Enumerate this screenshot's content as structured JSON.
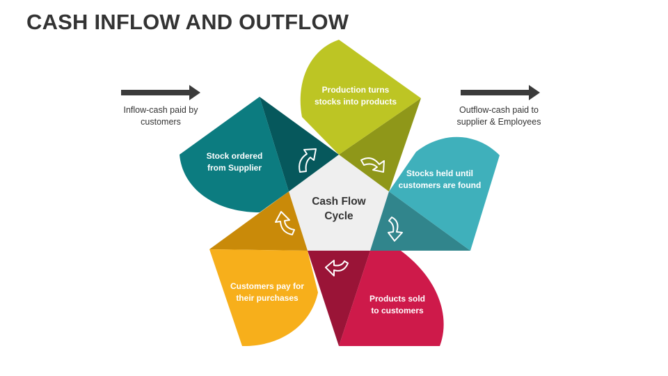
{
  "title": "CASH INFLOW AND OUTFLOW",
  "inflow": {
    "line1": "Inflow-cash paid by",
    "line2": "customers"
  },
  "outflow": {
    "line1": "Outflow-cash paid to",
    "line2": "supplier & Employees"
  },
  "center": {
    "line1": "Cash Flow",
    "line2": "Cycle",
    "color": "#EFEFEF"
  },
  "petals": [
    {
      "id": "production",
      "line1": "Production turns",
      "line2": "stocks into products",
      "color": "#BDC524",
      "dark": "#8F9719"
    },
    {
      "id": "stocks-held",
      "line1": "Stocks held until",
      "line2": "customers are found",
      "color": "#3FB0BB",
      "dark": "#31858C"
    },
    {
      "id": "products-sold",
      "line1": "Products sold",
      "line2": "to customers",
      "color": "#CE1A4A",
      "dark": "#9A1437"
    },
    {
      "id": "customers-pay",
      "line1": "Customers pay for",
      "line2": "their purchases",
      "color": "#F7AF1B",
      "dark": "#C98A09"
    },
    {
      "id": "stock-ordered",
      "line1": "Stock ordered",
      "line2": "from Supplier",
      "color": "#0C7C80",
      "dark": "#06585C"
    }
  ],
  "arrow_color": "#3B3B3B"
}
